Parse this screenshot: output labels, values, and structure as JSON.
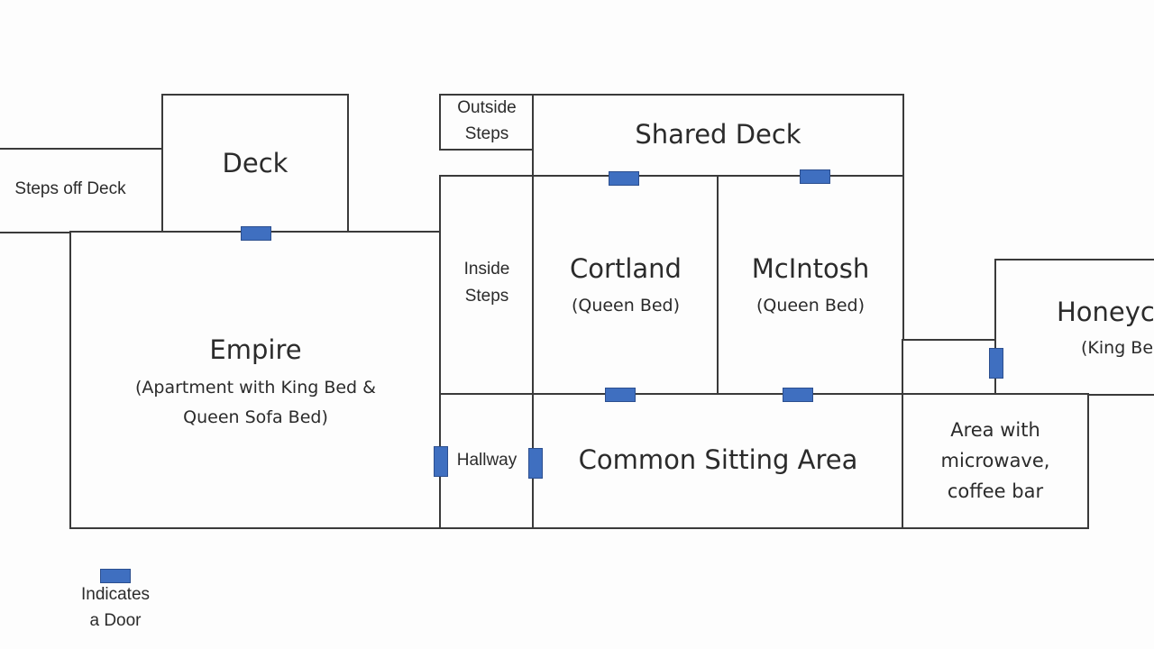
{
  "rooms": {
    "steps_off_deck": "Steps off Deck",
    "deck": "Deck",
    "outside_steps_1": "Outside",
    "outside_steps_2": "Steps",
    "shared_deck": "Shared Deck",
    "empire": "Empire",
    "empire_sub_1": "(Apartment with King Bed &",
    "empire_sub_2": "Queen Sofa Bed)",
    "inside_steps_1": "Inside",
    "inside_steps_2": "Steps",
    "cortland": "Cortland",
    "cortland_sub": "(Queen Bed)",
    "mcintosh": "McIntosh",
    "mcintosh_sub": "(Queen Bed)",
    "honeycrisp": "Honeyc",
    "honeycrisp_sub": "(King Be",
    "hallway": "Hallway",
    "common": "Common Sitting Area",
    "area_1": "Area with",
    "area_2": "microwave,",
    "area_3": "coffee bar"
  },
  "legend": {
    "line1": "Indicates",
    "line2": "a Door"
  },
  "colors": {
    "door": "#3f6fc0",
    "wall": "#3a3a3a"
  }
}
